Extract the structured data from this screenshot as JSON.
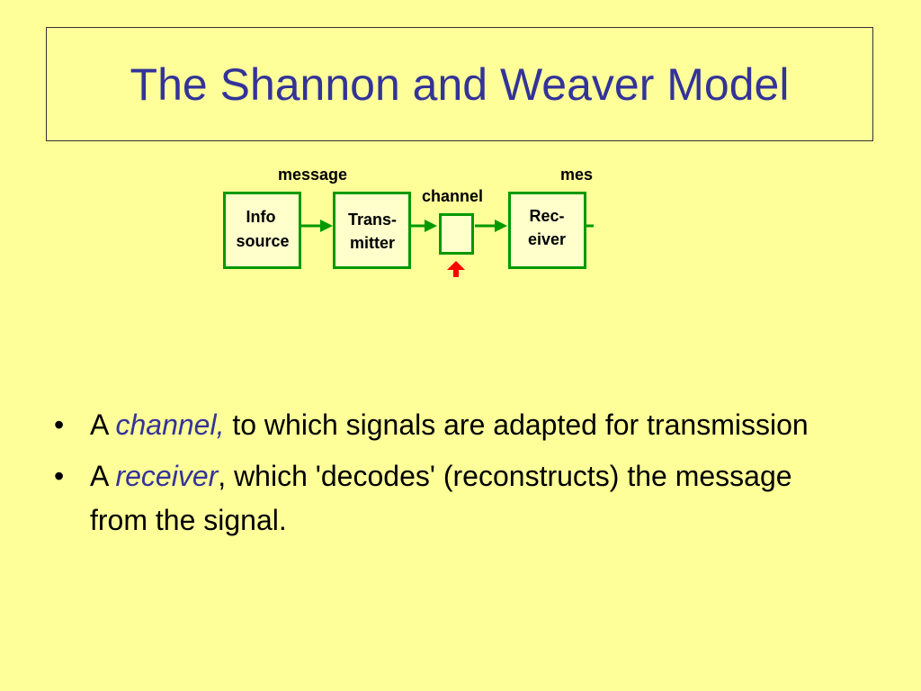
{
  "slide": {
    "title": "The Shannon and Weaver Model"
  },
  "diagram": {
    "labels": {
      "message_left": "message",
      "message_right": "mes",
      "channel": "channel"
    },
    "boxes": [
      {
        "line1": "Info",
        "line2": "source"
      },
      {
        "line1": "Trans-",
        "line2": "mitter"
      },
      {
        "line1": "Rec-",
        "line2": "eiver"
      }
    ],
    "colors": {
      "box_border": "#009900",
      "box_fill": "#ffffcc",
      "arrow": "#009900",
      "noise_arrow": "#ff0000"
    }
  },
  "bullets": [
    {
      "prefix": "A ",
      "emphasis": "channel",
      "after_emphasis": ",",
      "suffix": " to which signals are adapted for transmission"
    },
    {
      "prefix": "A ",
      "emphasis": "receiver",
      "after_emphasis": "",
      "suffix": ", which 'decodes' (reconstructs) the message from the signal."
    }
  ],
  "bullet_marker": "•"
}
